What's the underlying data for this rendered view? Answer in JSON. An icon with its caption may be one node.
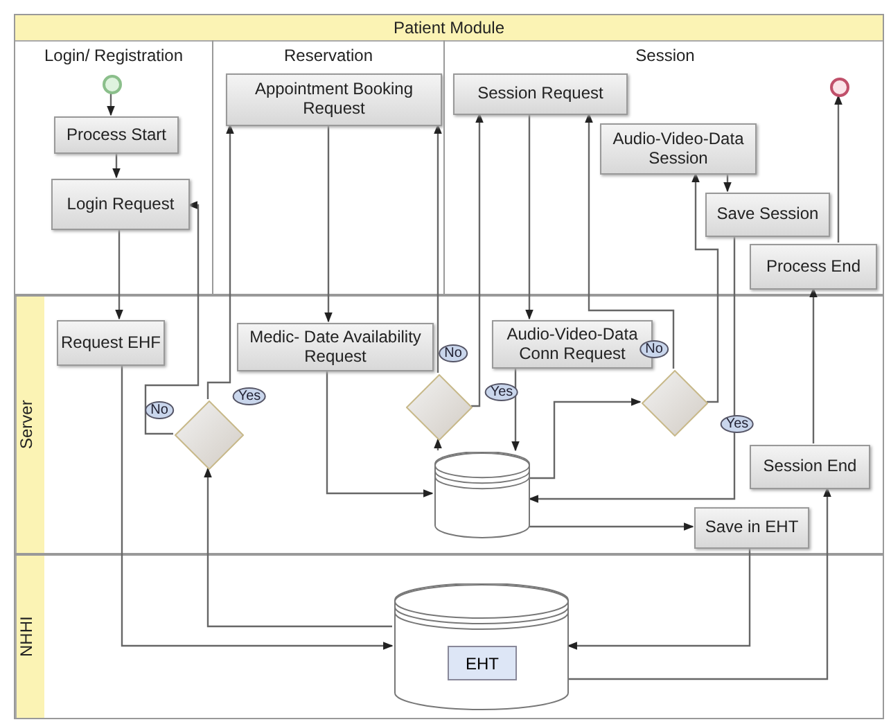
{
  "diagram": {
    "nodes": [
      {
        "text": [
          "Patient Module"
        ]
      },
      {
        "text": [
          "Login/ Registration"
        ],
        "in": 0
      },
      {
        "text": [
          "Reservation"
        ],
        "in": 0
      },
      {
        "text": [
          "Session"
        ],
        "in": 0
      },
      {
        "text": [],
        "shape": "circle",
        "in": 1
      },
      {
        "text": [
          "Process Start"
        ],
        "in": 1
      },
      {
        "text": [
          "Login Request"
        ],
        "in": 1
      },
      {
        "text": [
          "Appointment Booking Request"
        ],
        "in": 2
      },
      {
        "text": [
          "Session Request"
        ],
        "in": 3
      },
      {
        "text": [
          "Audio-Video-Data Session"
        ],
        "in": 3
      },
      {
        "text": [],
        "shape": "circle",
        "in": 3
      },
      {
        "text": [
          "Save Session"
        ],
        "in": 3
      },
      {
        "text": [
          "Process End"
        ],
        "in": 3
      },
      {
        "text": [
          "Server"
        ]
      },
      {
        "text": [
          "Request EHF"
        ],
        "in": 13
      },
      {
        "text": [
          "Medic- Date Availability Request"
        ],
        "in": 13
      },
      {
        "text": [],
        "shape": "diamond",
        "in": 13
      },
      {
        "text": [],
        "shape": "diamond",
        "in": 13
      },
      {
        "text": [
          "Audio-Video-Data Conn Request"
        ],
        "in": 13
      },
      {
        "text": [],
        "shape": "diamond",
        "in": 13
      },
      {
        "text": [],
        "shape": "cylinder",
        "in": 13
      },
      {
        "text": [
          "Session End"
        ],
        "in": 13
      },
      {
        "text": [
          "Save in EHT"
        ],
        "in": 13
      },
      {
        "text": [
          "NHHI"
        ]
      },
      {
        "text": [
          "EHT"
        ],
        "in": 23
      }
    ],
    "edges": [
      {
        "from": 4,
        "to": 5,
        "arrow": "to"
      },
      {
        "from": 5,
        "to": 6,
        "arrow": "to"
      },
      {
        "from": 6,
        "to": 14,
        "arrow": "to"
      },
      {
        "from": 14,
        "to": 24,
        "arrow": "to"
      },
      {
        "from": 24,
        "to": 16,
        "arrow": "to"
      },
      {
        "from": 16,
        "to": 6,
        "label": "No",
        "arrow": "to"
      },
      {
        "from": 16,
        "to": 7,
        "label": "Yes",
        "arrow": "to"
      },
      {
        "from": 7,
        "to": 15,
        "arrow": "to"
      },
      {
        "from": 15,
        "to": 20,
        "arrow": "to"
      },
      {
        "from": 20,
        "to": 17,
        "arrow": "to"
      },
      {
        "from": 17,
        "to": 7,
        "label": "No",
        "arrow": "to"
      },
      {
        "from": 17,
        "to": 8,
        "label": "Yes",
        "arrow": "to"
      },
      {
        "from": 8,
        "to": 18,
        "arrow": "to"
      },
      {
        "from": 18,
        "to": 20,
        "arrow": "to"
      },
      {
        "from": 20,
        "to": 19,
        "arrow": "to"
      },
      {
        "from": 19,
        "to": 8,
        "label": "No",
        "arrow": "to"
      },
      {
        "from": 19,
        "to": 9,
        "label": "Yes",
        "arrow": "to"
      },
      {
        "from": 9,
        "to": 11,
        "arrow": "to"
      },
      {
        "from": 11,
        "to": 20,
        "arrow": "to"
      },
      {
        "from": 20,
        "to": 22,
        "arrow": "to"
      },
      {
        "from": 22,
        "to": 24,
        "arrow": "to"
      },
      {
        "from": 24,
        "to": 21,
        "arrow": "to"
      },
      {
        "from": 21,
        "to": 12,
        "arrow": "to"
      },
      {
        "from": 12,
        "to": 10,
        "arrow": "to"
      }
    ]
  }
}
